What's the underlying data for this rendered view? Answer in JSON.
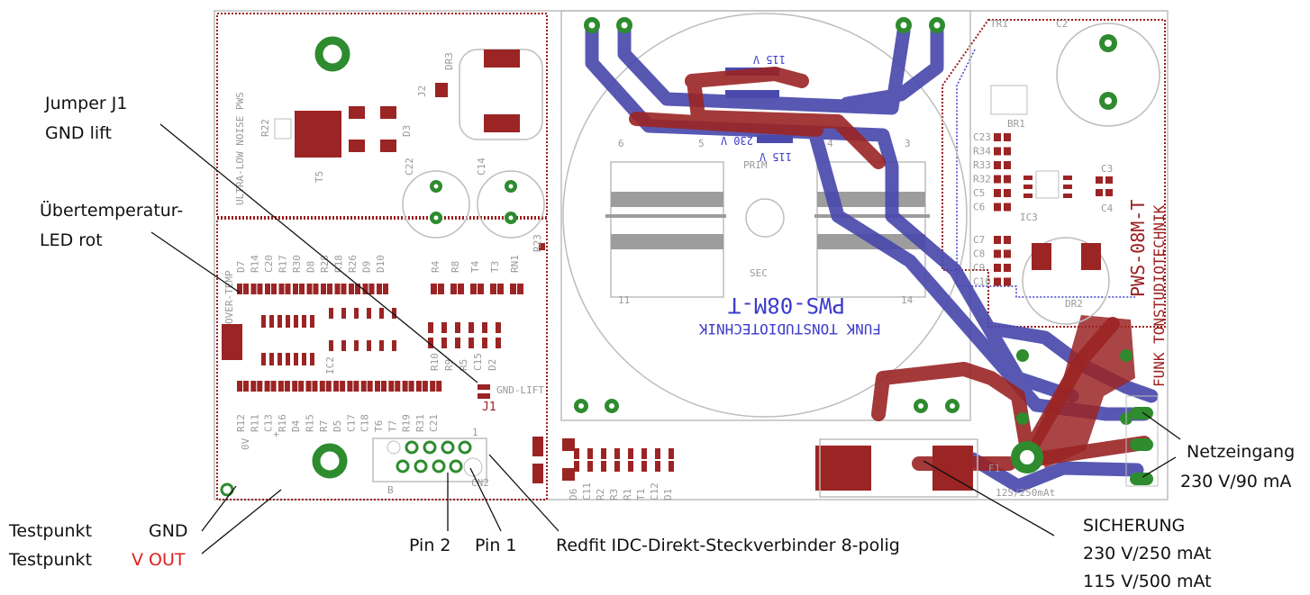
{
  "annotations": {
    "jumper": [
      "Jumper J1",
      "GND lift"
    ],
    "led": [
      "Übertemperatur-",
      "LED rot"
    ],
    "testpunkt1": "Testpunkt",
    "testpunkt2": "Testpunkt",
    "gnd": "GND",
    "vout": "V OUT",
    "pin2": "Pin 2",
    "pin1": "Pin 1",
    "redfit": "Redfit IDC-Direkt-Steckverbinder 8-polig",
    "sicherung": [
      "SICHERUNG",
      "230 V/250 mAt",
      "115 V/500 mAt"
    ],
    "netzeingang": [
      "Netzeingang",
      "230 V/90 mA"
    ]
  },
  "board": {
    "ultra_low_noise": "ULTRA-LOW NOISE PWS",
    "tr1": "TR1",
    "c2": "C2",
    "brand_vertical": "PWS-08M-T",
    "brand_vertical2": "FUNK TONSTUDIOTECHNIK",
    "trafo_name": "PWS-08M-T",
    "trafo_company": "FUNK TONSTUDIOTECHNIK",
    "prim": "PRIM",
    "sec": "SEC",
    "v115_top": "115 V",
    "v230": "230 V",
    "v115_mid": "115 V",
    "pin6": "6",
    "pin5": "5",
    "pin4": "4",
    "pin3": "3",
    "pin11": "11",
    "pin14": "14",
    "gnd_lift": "GND-LIFT",
    "j1": "J1",
    "j2": "J2",
    "b": "B",
    "cn2": "CN2",
    "one": "1",
    "zero_v": "0V",
    "plus": "+",
    "over_temp": "OVER-TEMP",
    "f1": "F1",
    "fuse_rating": "125/250mAt",
    "t5": "T5",
    "r22": "R22",
    "dr3": "DR3",
    "d3": "D3",
    "c22": "C22",
    "c14": "C14",
    "r23": "R23",
    "ic2": "IC2",
    "ic3": "IC3",
    "br1": "BR1",
    "dr2": "DR2",
    "top_row": [
      "D7",
      "R14",
      "C20",
      "R17",
      "R30",
      "D8",
      "R28",
      "R18",
      "R26",
      "D9",
      "D10"
    ],
    "row2": [
      "R4",
      "R8",
      "T4",
      "T3",
      "RN1"
    ],
    "bottom_row": [
      "R12",
      "R11",
      "C13",
      "R16",
      "D4",
      "R15",
      "R7",
      "D5",
      "C17",
      "C18",
      "T6",
      "T7",
      "R19",
      "R31",
      "C21"
    ],
    "right_col": [
      "C23",
      "R34",
      "R33",
      "R32",
      "C5",
      "C6",
      "C7",
      "C8",
      "C9",
      "C10"
    ],
    "bot_mid": [
      "D6",
      "C11",
      "R2",
      "R3",
      "R1",
      "T1",
      "C12",
      "D1"
    ],
    "r_mid": [
      "R10",
      "R9",
      "R5",
      "C15",
      "D2"
    ],
    "c3": "C3",
    "c4": "C4"
  }
}
